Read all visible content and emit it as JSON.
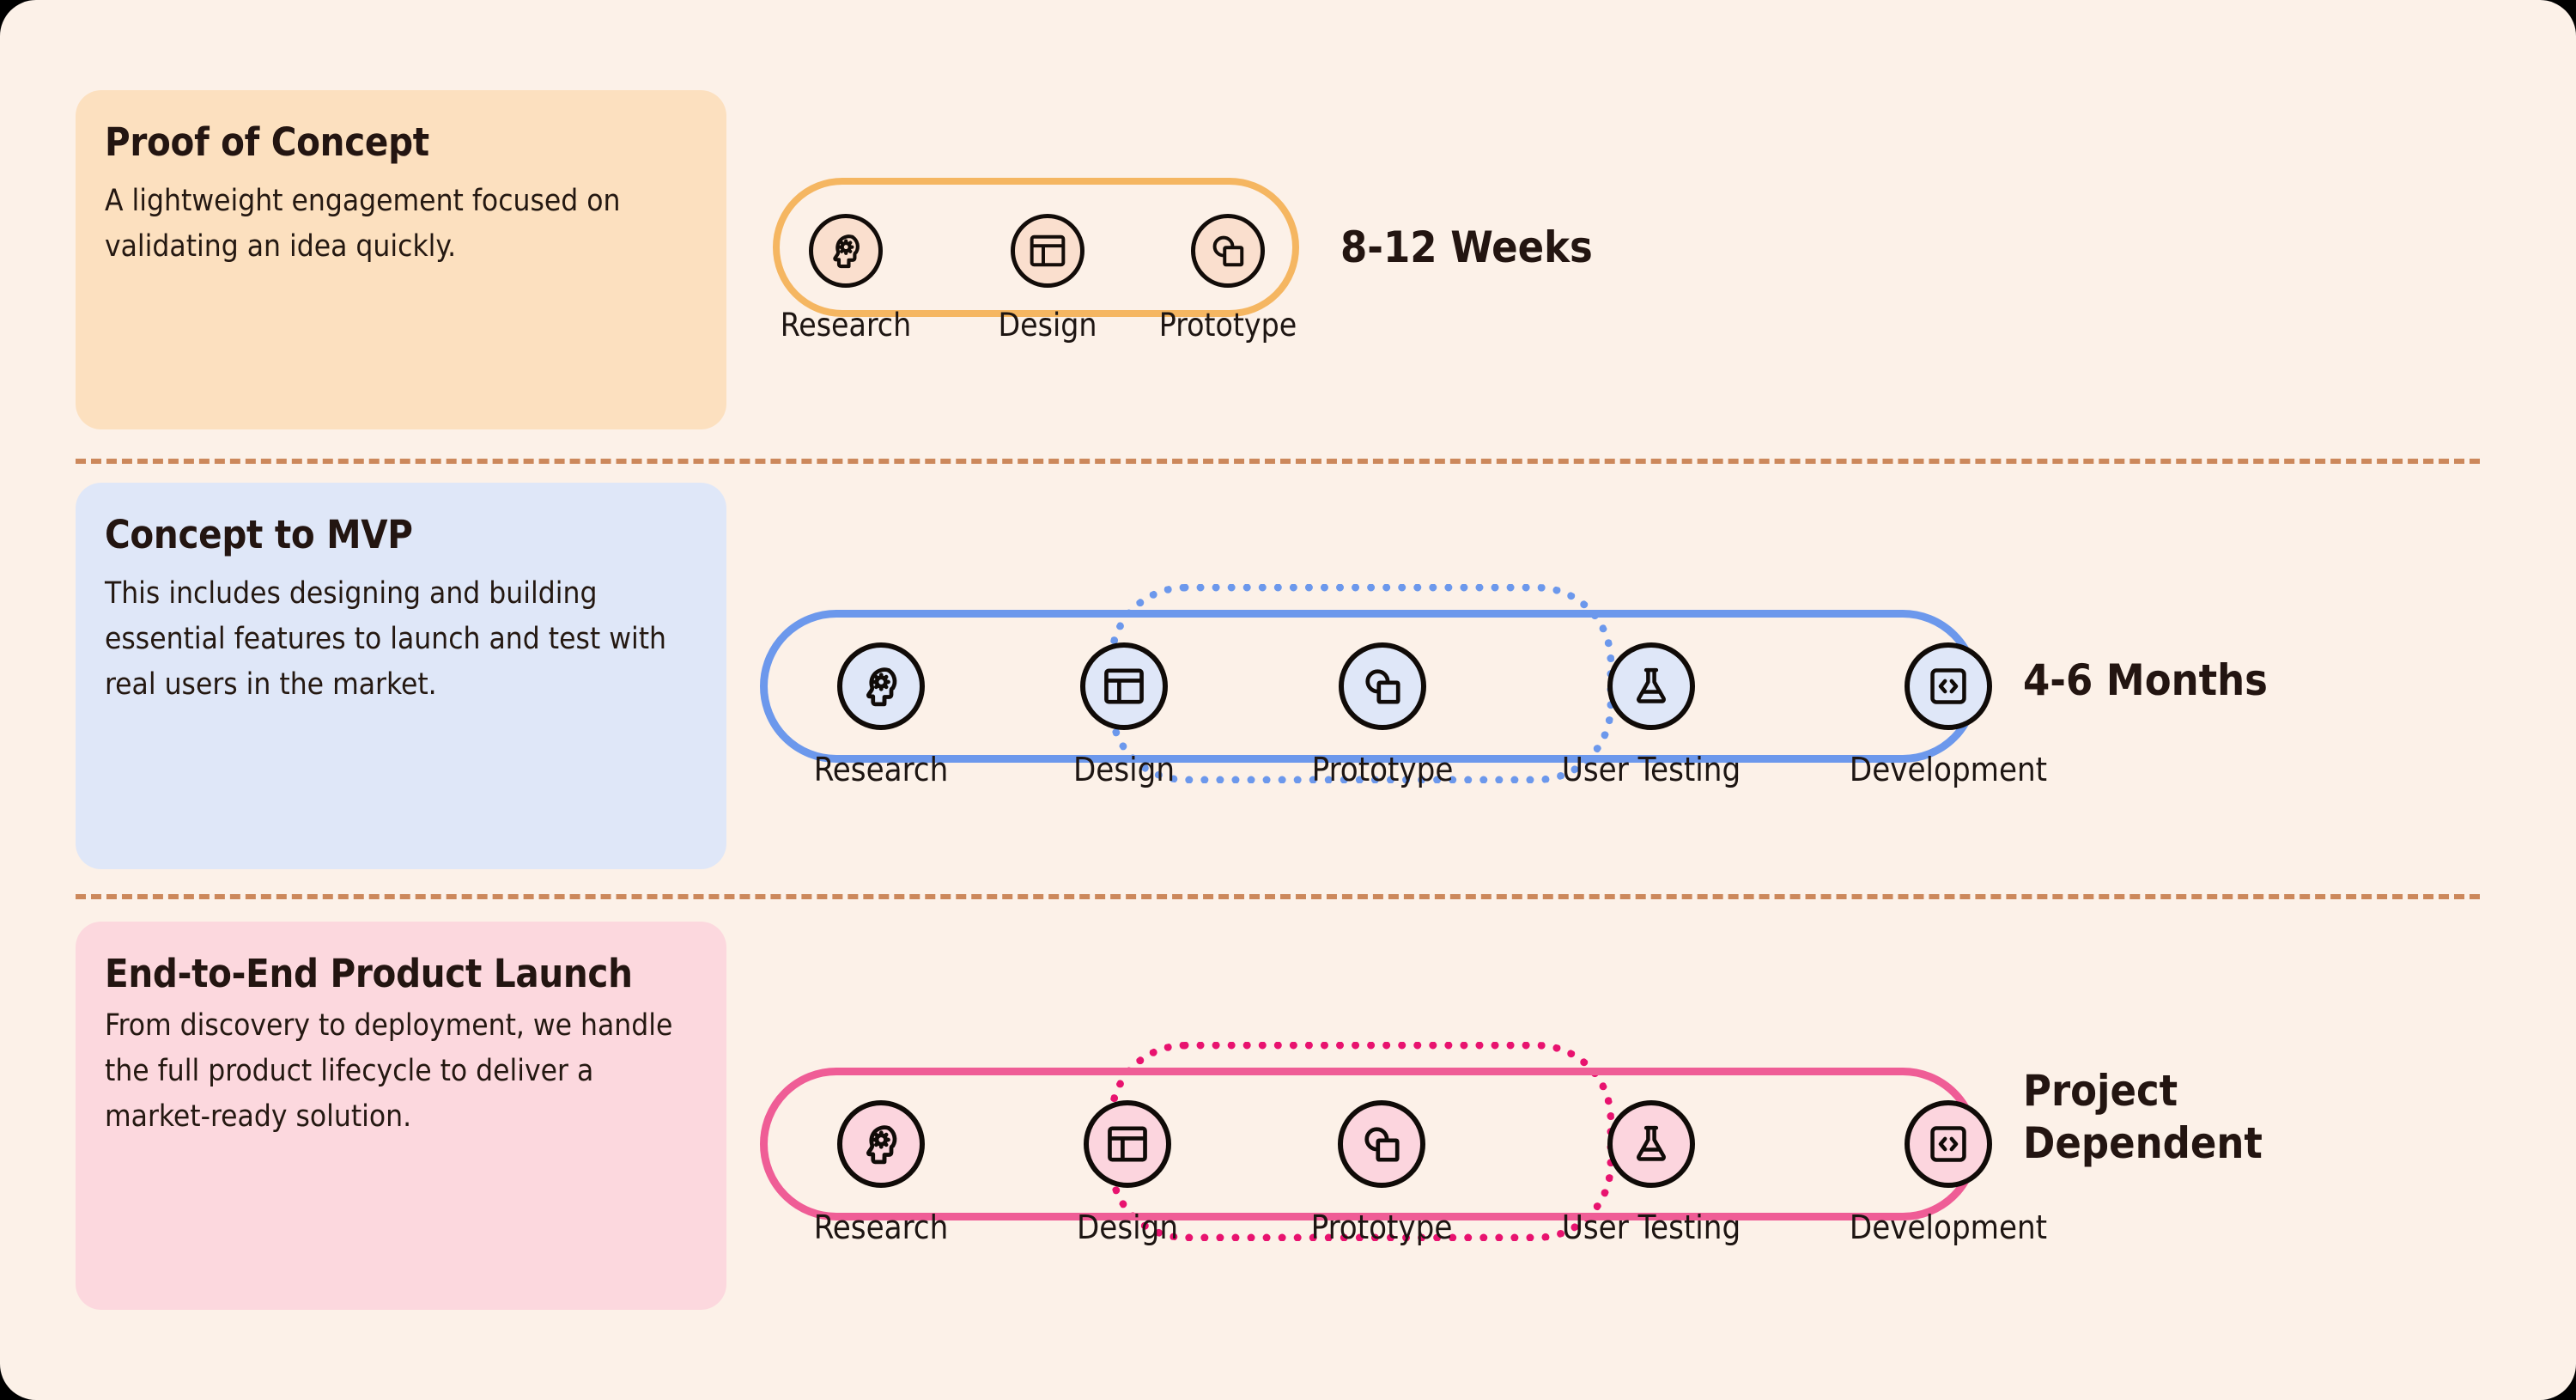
{
  "theme": {
    "page_bg": "#fcf1e8",
    "divider_color": "#ca8354",
    "text_color": "#231511"
  },
  "rows": [
    {
      "id": "poc",
      "card": {
        "title": "Proof of Concept",
        "description": "A lightweight engagement focused on validating an idea quickly.",
        "bg": "#fce0bf"
      },
      "accent": "#f5b661",
      "node_fill": "#fadfce",
      "duration": "8-12 Weeks",
      "highlight": null,
      "steps": [
        {
          "label": "Research",
          "icon": "head-gear-icon"
        },
        {
          "label": "Design",
          "icon": "layout-wireframe-icon"
        },
        {
          "label": "Prototype",
          "icon": "shapes-overlap-icon"
        }
      ]
    },
    {
      "id": "mvp",
      "card": {
        "title": "Concept to MVP",
        "description": "This includes designing and building essential features to launch and test with real users in the market.",
        "bg": "#dfe7f8"
      },
      "accent": "#6c98ec",
      "node_fill": "#dfe7f8",
      "duration": "4-6 Months",
      "highlight": {
        "from": "Design",
        "to": "User Testing",
        "style": "dotted",
        "color": "#6c98ec"
      },
      "steps": [
        {
          "label": "Research",
          "icon": "head-gear-icon"
        },
        {
          "label": "Design",
          "icon": "layout-wireframe-icon"
        },
        {
          "label": "Prototype",
          "icon": "shapes-overlap-icon"
        },
        {
          "label": "User Testing",
          "icon": "flask-icon"
        },
        {
          "label": "Development",
          "icon": "code-brackets-icon"
        }
      ]
    },
    {
      "id": "e2e",
      "card": {
        "title": "End-to-End Product Launch",
        "description": "From discovery to deployment, we handle the full product lifecycle to deliver a market-ready solution.",
        "bg": "#fcd8de"
      },
      "accent": "#ef5d96",
      "node_fill": "#fcd5de",
      "duration": "Project\nDependent",
      "highlight": {
        "from": "Design",
        "to": "User Testing",
        "style": "dotted",
        "color": "#e8136f"
      },
      "steps": [
        {
          "label": "Research",
          "icon": "head-gear-icon"
        },
        {
          "label": "Design",
          "icon": "layout-wireframe-icon"
        },
        {
          "label": "Prototype",
          "icon": "shapes-overlap-icon"
        },
        {
          "label": "User Testing",
          "icon": "flask-icon"
        },
        {
          "label": "Development",
          "icon": "code-brackets-icon"
        }
      ]
    }
  ]
}
